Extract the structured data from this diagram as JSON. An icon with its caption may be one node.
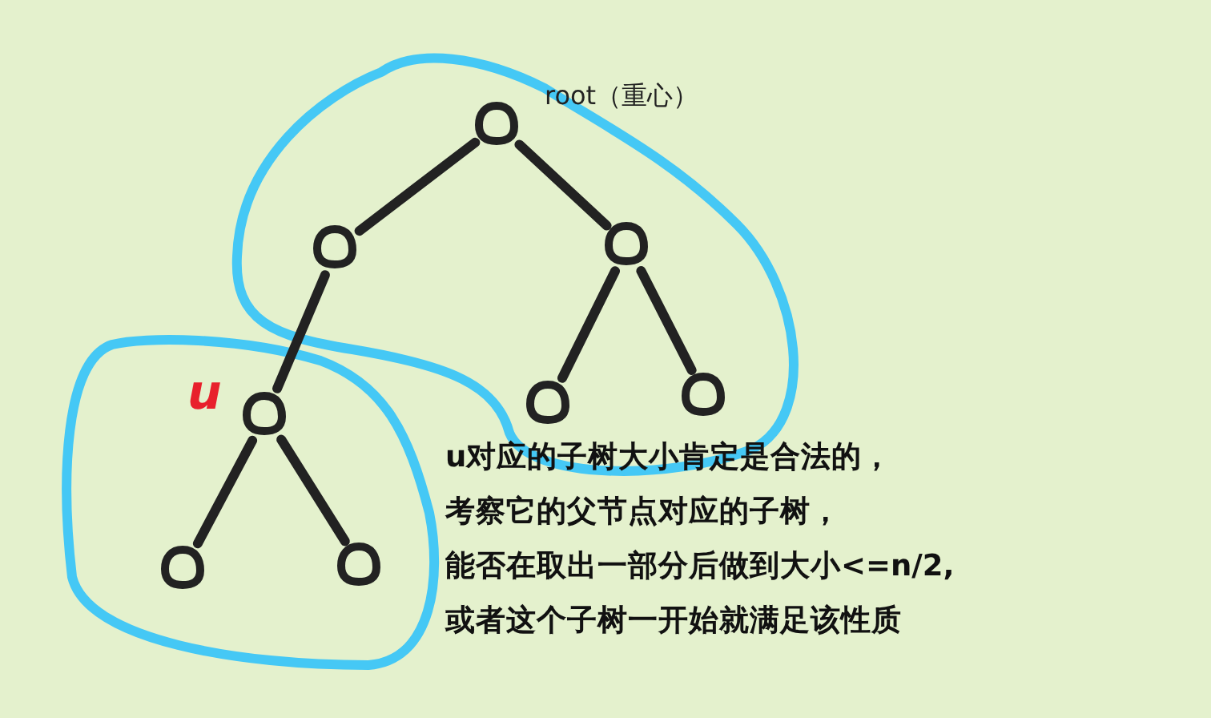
{
  "diagram": {
    "nodes": [
      {
        "text": [],
        "shape": "circle",
        "beside": [
          "root（重心）"
        ]
      },
      {
        "text": [],
        "shape": "circle"
      },
      {
        "text": [],
        "shape": "circle"
      },
      {
        "text": [],
        "shape": "circle",
        "beside": [
          "u"
        ]
      },
      {
        "text": [],
        "shape": "circle"
      },
      {
        "text": [],
        "shape": "circle"
      },
      {
        "text": [],
        "shape": "circle"
      },
      {
        "text": [],
        "shape": "circle"
      }
    ],
    "edges": [
      {
        "from": 0,
        "to": 1,
        "arrow": "none"
      },
      {
        "from": 0,
        "to": 2,
        "arrow": "none"
      },
      {
        "from": 1,
        "to": 3,
        "arrow": "none"
      },
      {
        "from": 2,
        "to": 4,
        "arrow": "none"
      },
      {
        "from": 2,
        "to": 5,
        "arrow": "none"
      },
      {
        "from": 3,
        "to": 6,
        "arrow": "none"
      },
      {
        "from": 3,
        "to": 7,
        "arrow": "none"
      }
    ],
    "labels": [
      "u对应的子树大小肯定是合法的，",
      "考察它的父节点对应的子树，",
      "能否在取出一部分后做到大小<=n/2,",
      "或者这个子树一开始就满足该性质"
    ]
  }
}
